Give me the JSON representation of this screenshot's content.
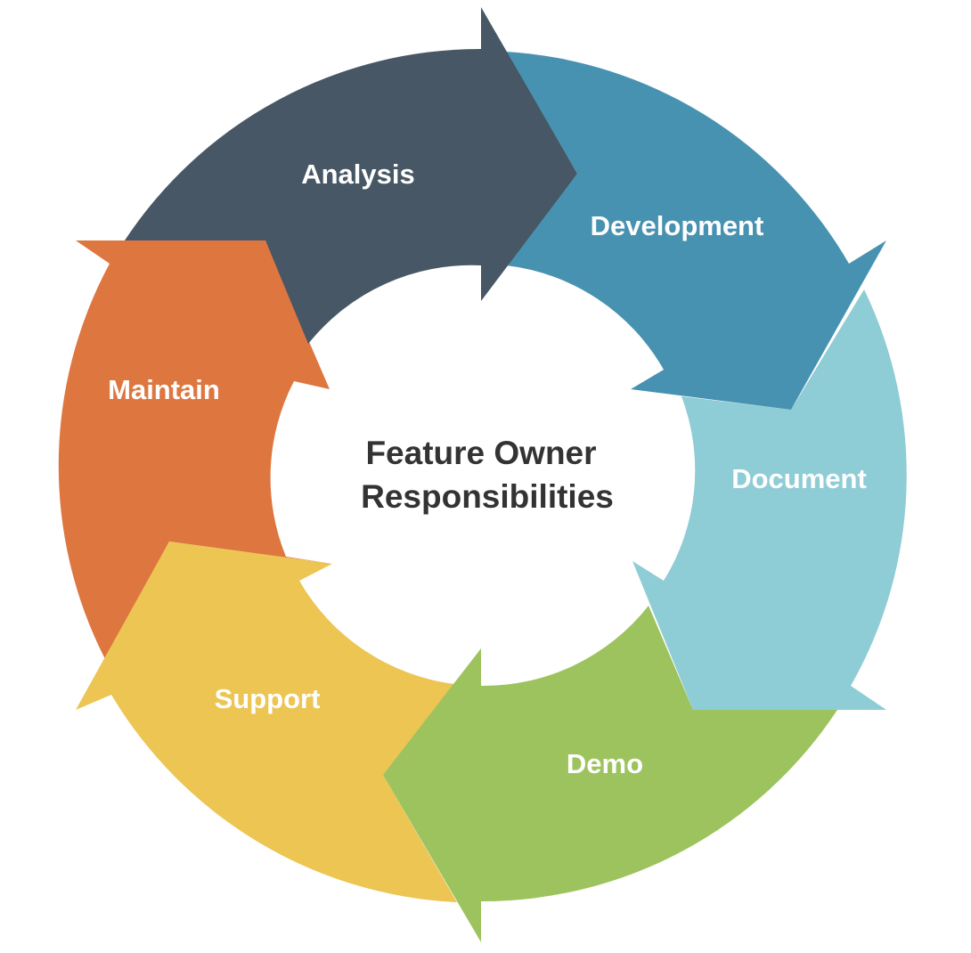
{
  "title": {
    "line1": "Feature Owner",
    "line2": "Responsibilities"
  },
  "stages": [
    {
      "label": "Analysis",
      "color": "#475765"
    },
    {
      "label": "Development",
      "color": "#4892B1"
    },
    {
      "label": "Document",
      "color": "#8ECCD6"
    },
    {
      "label": "Demo",
      "color": "#9DC35E"
    },
    {
      "label": "Support",
      "color": "#ECC553"
    },
    {
      "label": "Maintain",
      "color": "#DE7640"
    }
  ]
}
